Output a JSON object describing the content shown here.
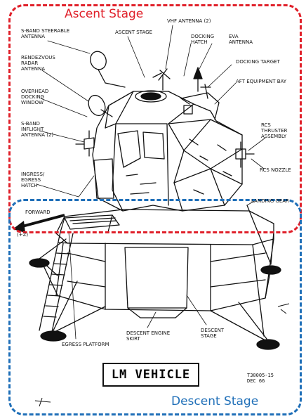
{
  "stages": {
    "ascent": {
      "title": "Ascent Stage",
      "color": "#e0202a"
    },
    "descent": {
      "title": "Descent Stage",
      "color": "#1f6fb8"
    }
  },
  "labels": {
    "s_band_steerable": "S-BAND STEERABLE\nANTENNA",
    "ascent_stage": "ASCENT STAGE",
    "vhf_antenna": "VHF ANTENNA (2)",
    "docking_hatch": "DOCKING\nHATCH",
    "eva_antenna": "EVA\nANTENNA",
    "rendezvous_radar": "RENDEZVOUS\nRADAR\nANTENNA",
    "docking_target": "DOCKING TARGET",
    "overhead_docking_window": "OVERHEAD\nDOCKING\nWINDOW",
    "aft_equipment_bay": "AFT EQUIPMENT BAY",
    "s_band_inflight": "S-BAND\nINFLIGHT\nANTENNA (2)",
    "rcs_thruster": "RCS\nTHRUSTER\nASSEMBLY",
    "ingress_egress_hatch": "INGRESS/\nEGRESS\nHATCH",
    "rcs_nozzle": "RCS NOZZLE",
    "landing_gear": "LANDING GEAR",
    "forward": "FORWARD",
    "plus_z": "(+Z)",
    "descent_engine_skirt": "DESCENT ENGINE\nSKIRT",
    "descent_stage": "DESCENT\nSTAGE",
    "egress_platform": "EGRESS PLATFORM"
  },
  "plate": {
    "title": "LM VEHICLE"
  },
  "drawing_code": "T30005-15\nDEC 66",
  "colors": {
    "ink": "#111111"
  }
}
